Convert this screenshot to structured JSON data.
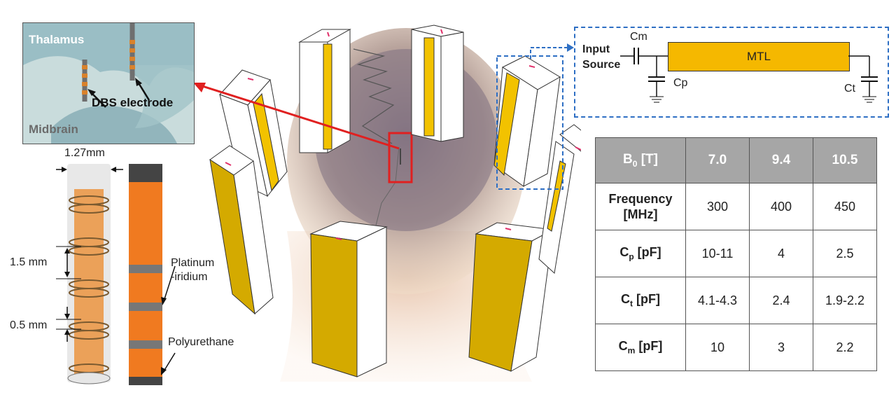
{
  "inset": {
    "region_top": "Thalamus",
    "region_bottom": "Midbrain",
    "electrode_label": "DBS electrode"
  },
  "electrode_dims": {
    "diameter": "1.27mm",
    "contact_spacing": "1.5 mm",
    "contact_gap": "0.5 mm"
  },
  "materials": {
    "contact": "Platinum\n-iridium",
    "contact_line1": "Platinum",
    "contact_line2": "-iridium",
    "insulation": "Polyurethane"
  },
  "circuit": {
    "input_line1": "Input",
    "input_line2": "Source",
    "cm": "Cm",
    "cp": "Cp",
    "ct": "Ct",
    "mtl": "MTL"
  },
  "table": {
    "header": {
      "label": "B",
      "sub": "0",
      "unit": " [T]",
      "cols": [
        "7.0",
        "9.4",
        "10.5"
      ]
    },
    "rows": [
      {
        "label": "Frequency\n[MHz]",
        "label_line1": "Frequency",
        "label_line2": "[MHz]",
        "values": [
          "300",
          "400",
          "450"
        ]
      },
      {
        "label": "C",
        "sub": "p",
        "unit": " [pF]",
        "values": [
          "10-11",
          "4",
          "2.5"
        ]
      },
      {
        "label": "C",
        "sub": "t",
        "unit": " [pF]",
        "values": [
          "4.1-4.3",
          "2.4",
          "1.9-2.2"
        ]
      },
      {
        "label": "C",
        "sub": "m",
        "unit": " [pF]",
        "values": [
          "10",
          "3",
          "2.2"
        ]
      }
    ]
  },
  "colors": {
    "coil_yellow": "#f2c200",
    "coil_face": "#d4aa00",
    "electrode_orange": "#ec7a1c",
    "highlight_red": "#e02020",
    "circuit_blue": "#2e6fc4",
    "table_header": "#a6a6a6"
  }
}
